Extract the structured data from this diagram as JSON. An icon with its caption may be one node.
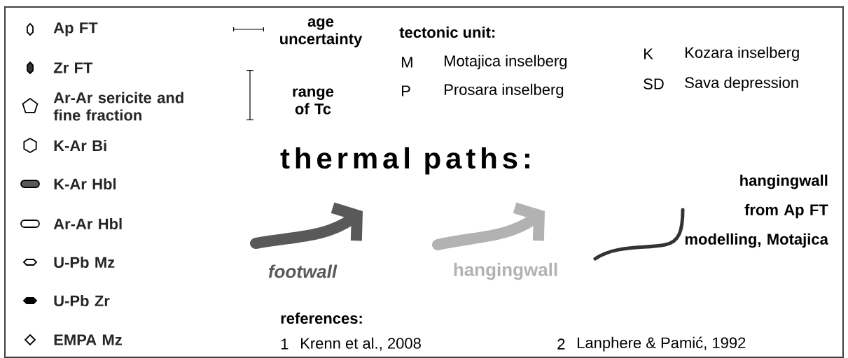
{
  "diagram": {
    "title": "thermal paths:",
    "legend": [
      {
        "text": "Ap FT"
      },
      {
        "text": "Zr FT"
      },
      {
        "text": "Ar-Ar sericite and fine fraction"
      },
      {
        "text": "K-Ar Bi"
      },
      {
        "text": "K-Ar Hbl"
      },
      {
        "text": "Ar-Ar Hbl"
      },
      {
        "text": "U-Pb Mz"
      },
      {
        "text": "U-Pb Zr"
      },
      {
        "text": "EMPA Mz"
      },
      {
        "text": "age uncertainty"
      },
      {
        "text": "range of Tc"
      },
      {
        "text": "footwall"
      },
      {
        "text": "hangingwall"
      },
      {
        "text": "hangingwall from Ap FT modelling, Motajica"
      }
    ],
    "labels": [
      "tectonic unit:",
      "M",
      "Motajica inselberg",
      "K",
      "Kozara inselberg",
      "P",
      "Prosara inselberg",
      "SD",
      "Sava depression",
      "references:",
      "1",
      "Krenn et al., 2008",
      "2",
      "Lanphere & Pamić, 1992"
    ]
  }
}
